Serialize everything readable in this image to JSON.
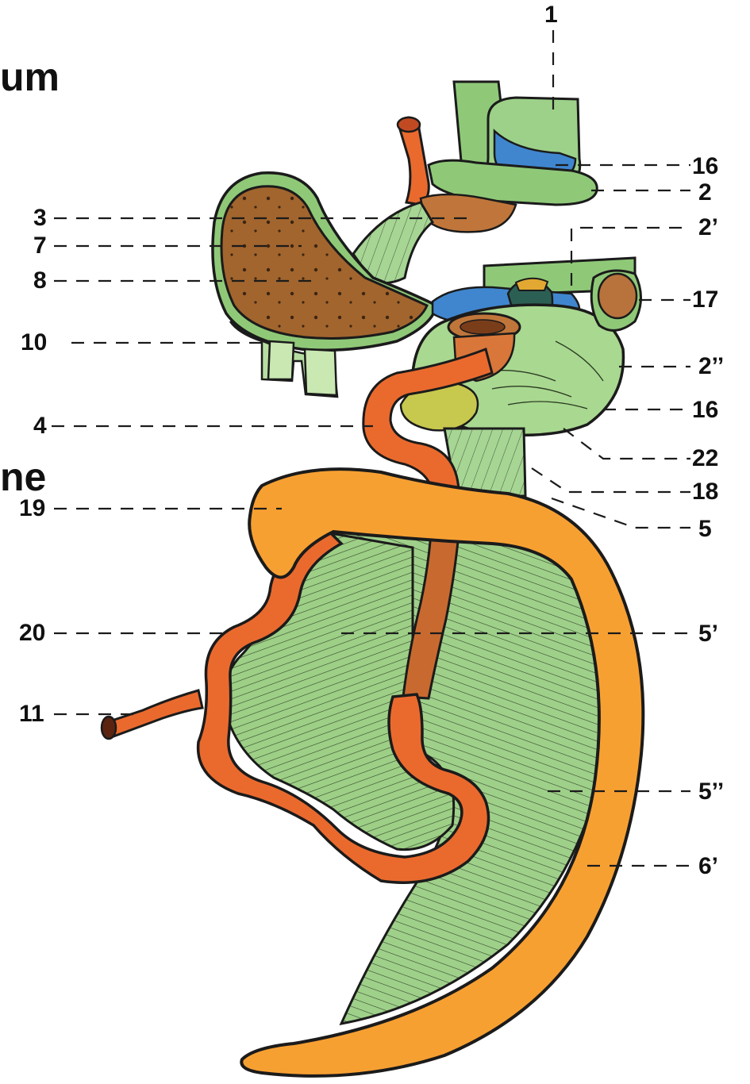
{
  "fragments": {
    "top": "um",
    "middle": "ne"
  },
  "labels": {
    "l1": "1",
    "l16a": "16",
    "l2": "2",
    "l2p": "2’",
    "l17": "17",
    "l2pp": "2’’",
    "l16b": "16",
    "l22": "22",
    "l18": "18",
    "l5": "5",
    "l5p": "5’",
    "l5pp": "5’’",
    "l6p": "6’",
    "l3": "3",
    "l7": "7",
    "l8": "8",
    "l10": "10",
    "l4": "4",
    "l19": "19",
    "l20": "20",
    "l11": "11"
  },
  "colors": {
    "mesentery_green": "#9dcf86",
    "organ_green": "#8fc978",
    "colon_orange": "#f7a032",
    "vessel_red_orange": "#ea6a2e",
    "liver_brown": "#a2652e",
    "bile_blue": "#3f86cf",
    "outline": "#1b1b1b"
  }
}
